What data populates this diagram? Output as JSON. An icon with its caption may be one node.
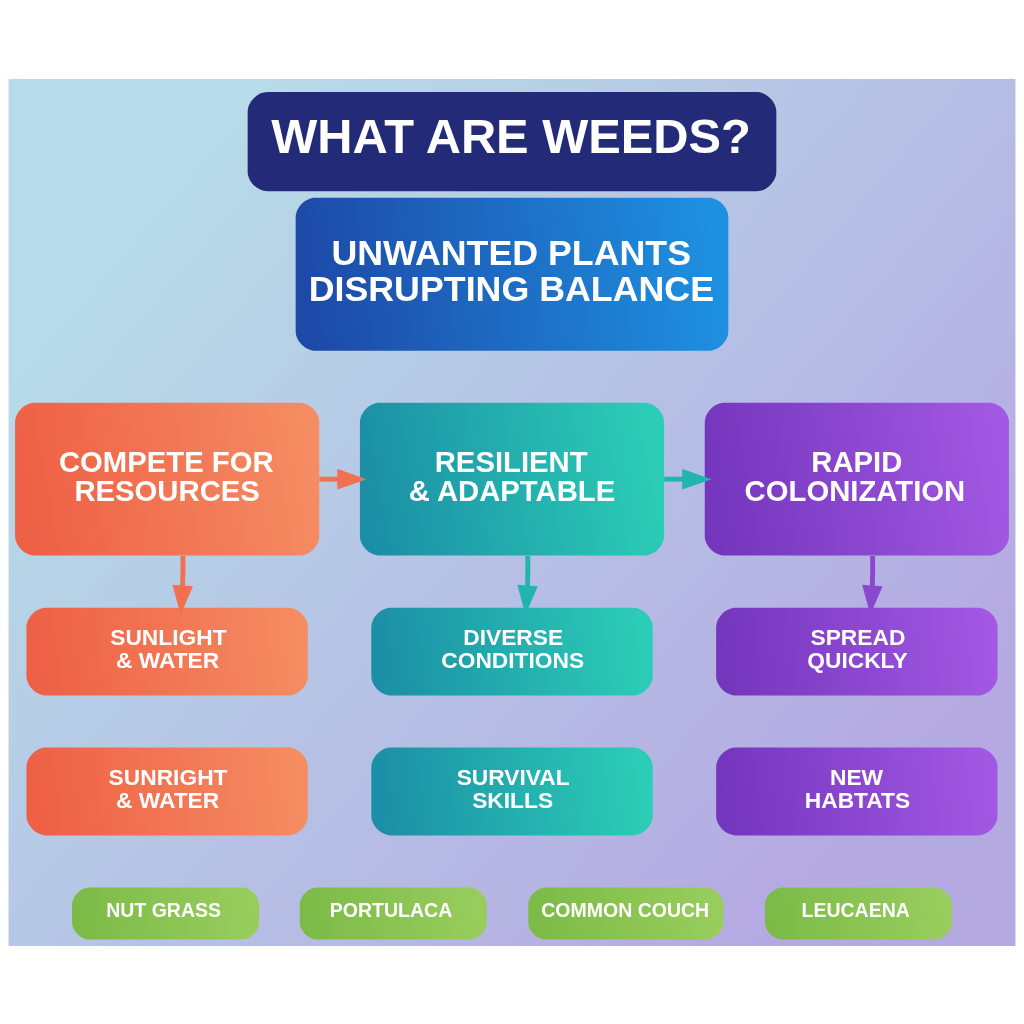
{
  "diagram": {
    "title": "WHAT ARE WEEDS?",
    "nodes": [
      {
        "text": [
          "UNWANTED PLANTS DISRUPTING BALANCE"
        ]
      },
      {
        "text": [
          "COMPETE FOR RESOURCES"
        ]
      },
      {
        "text": [
          "RESILIENT & ADAPTABLE"
        ]
      },
      {
        "text": [
          "RAPID COLONIZATION"
        ]
      },
      {
        "text": [
          "SUNLIGHT & WATER"
        ]
      },
      {
        "text": [
          "SUNRIGHT & WATER"
        ]
      },
      {
        "text": [
          "DIVERSE CONDITIONS"
        ]
      },
      {
        "text": [
          "SURVIVAL SKILLS"
        ]
      },
      {
        "text": [
          "SPREAD QUICKLY"
        ]
      },
      {
        "text": [
          "NEW HABTATS"
        ]
      },
      {
        "text": [
          "NUT GRASS"
        ]
      },
      {
        "text": [
          "PORTULACA"
        ]
      },
      {
        "text": [
          "COMMON COUCH"
        ]
      },
      {
        "text": [
          "LEUCAENA"
        ]
      }
    ],
    "edges": [
      {
        "from": 1,
        "to": 2,
        "arrow": "to",
        "color": "#f07050"
      },
      {
        "from": 2,
        "to": 3,
        "arrow": "to",
        "color": "#22b4b0"
      },
      {
        "from": 1,
        "to": 4,
        "arrow": "to",
        "color": "#f07050"
      },
      {
        "from": 2,
        "to": 6,
        "arrow": "to",
        "color": "#22b4b0"
      },
      {
        "from": 3,
        "to": 8,
        "arrow": "to",
        "color": "#8a48d0"
      }
    ]
  }
}
